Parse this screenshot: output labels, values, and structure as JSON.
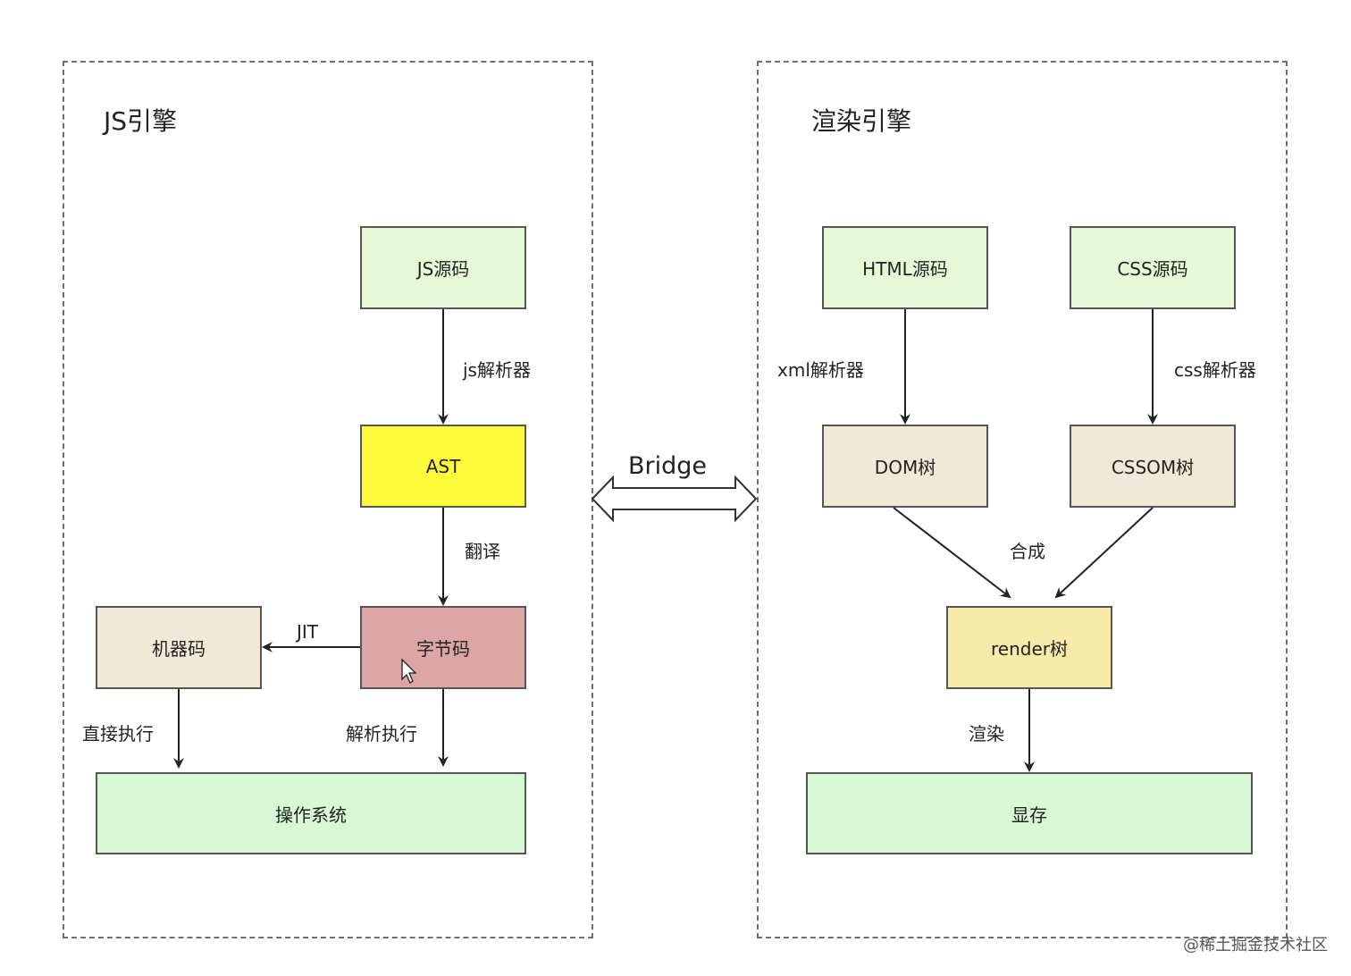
{
  "left_panel": {
    "title": "JS引擎",
    "nodes": {
      "js_source": "JS源码",
      "ast": "AST",
      "bytecode": "字节码",
      "machine_code": "机器码",
      "os": "操作系统"
    },
    "edge_labels": {
      "js_parser": "js解析器",
      "translate": "翻译",
      "jit": "JIT",
      "direct_exec": "直接执行",
      "interpret_exec": "解析执行"
    }
  },
  "right_panel": {
    "title": "渲染引擎",
    "nodes": {
      "html_source": "HTML源码",
      "css_source": "CSS源码",
      "dom_tree": "DOM树",
      "cssom_tree": "CSSOM树",
      "render_tree": "render树",
      "video_memory": "显存"
    },
    "edge_labels": {
      "xml_parser": "xml解析器",
      "css_parser": "css解析器",
      "combine": "合成",
      "render": "渲染"
    }
  },
  "bridge": {
    "label": "Bridge"
  },
  "watermark": "@稀土掘金技术社区",
  "colors": {
    "light_green": "#e5f9d7",
    "yellow": "#fdfb3a",
    "rose": "#dea5a5",
    "beige": "#f2e8d7",
    "render_yellow": "#f8eaa8",
    "mint": "#d7f9d4"
  }
}
